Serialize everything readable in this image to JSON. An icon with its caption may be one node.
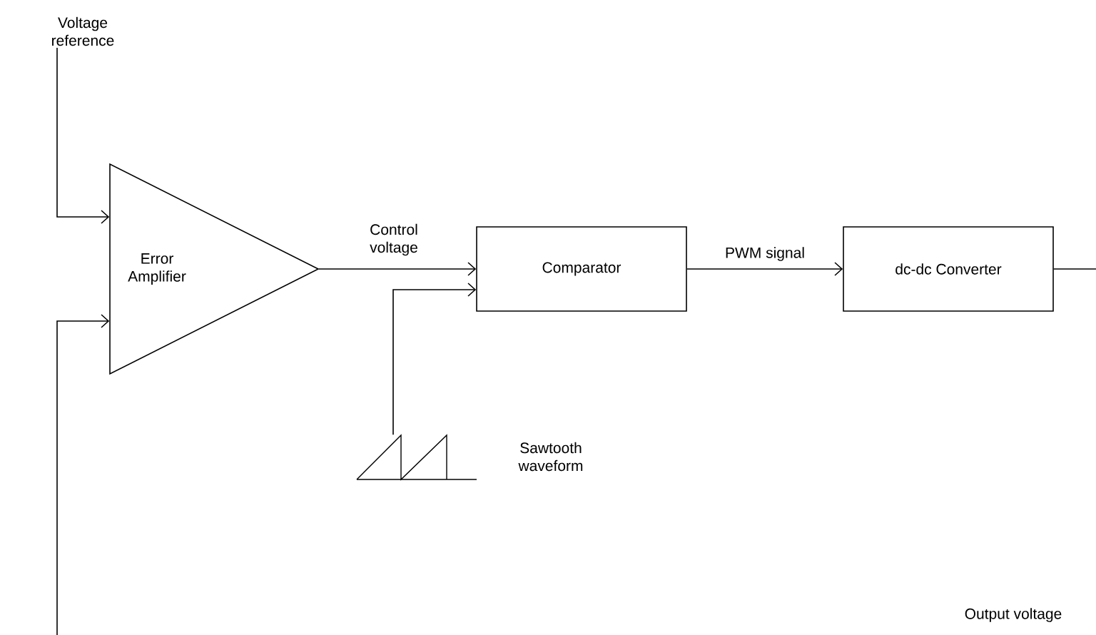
{
  "diagram": {
    "nodes": [
      {
        "text": [
          "Voltage reference"
        ]
      },
      {
        "text": [
          "Error Amplifier"
        ]
      },
      {
        "text": [
          "Comparator"
        ]
      },
      {
        "text": [
          "dc-dc Converter"
        ]
      },
      {
        "text": [],
        "shape": "picture",
        "beside": [
          "Sawtooth waveform"
        ]
      }
    ],
    "edges": [
      {
        "from": 0,
        "to": 1,
        "arrow": "to"
      },
      {
        "from": null,
        "to": 1,
        "arrow": "to"
      },
      {
        "from": 1,
        "to": 2,
        "arrow": "to",
        "label": "Control voltage"
      },
      {
        "from": 4,
        "to": 2,
        "arrow": "to"
      },
      {
        "from": 2,
        "to": 3,
        "arrow": "to",
        "label": "PWM signal"
      },
      {
        "from": 3,
        "to": null,
        "arrow": "none"
      }
    ],
    "labels": [
      "Output voltage"
    ]
  }
}
